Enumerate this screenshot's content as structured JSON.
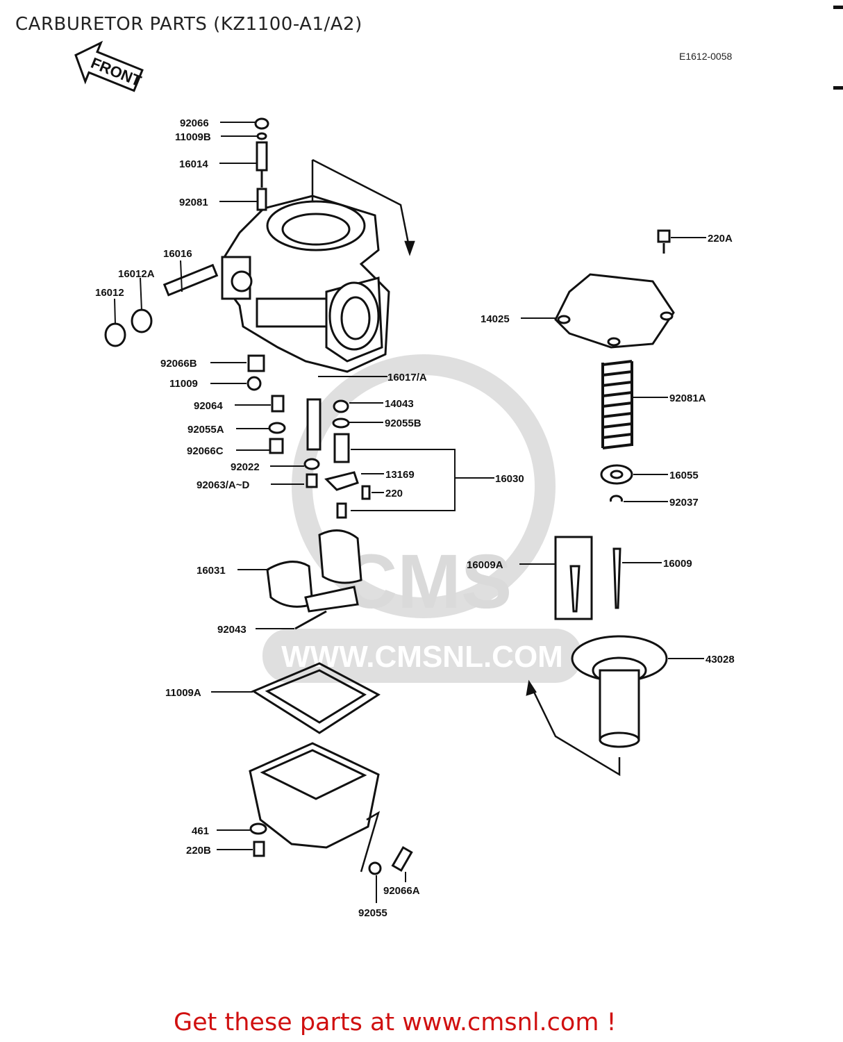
{
  "header": {
    "title": "CARBURETOR PARTS (KZ1100-A1/A2)",
    "diagram_code": "E1612-0058",
    "front_label": "FRONT"
  },
  "watermark": {
    "brand": "CMS",
    "url": "WWW.CMSNL.COM"
  },
  "parts": [
    "92066",
    "11009B",
    "16014",
    "92081",
    "16016",
    "16012A",
    "16012",
    "92066B",
    "11009",
    "92064",
    "92055A",
    "92066C",
    "92022",
    "92063/A~D",
    "16017/A",
    "14043",
    "92055B",
    "13169",
    "220",
    "16030",
    "16031",
    "92043",
    "11009A",
    "461",
    "220B",
    "92066A",
    "92055",
    "220A",
    "14025",
    "92081A",
    "16055",
    "92037",
    "16009A",
    "16009",
    "43028"
  ],
  "footer": {
    "promo": "Get these parts at www.cmsnl.com !"
  },
  "colors": {
    "ink": "#111111",
    "promo": "#d01010",
    "watermark": "#d8d8d8"
  }
}
